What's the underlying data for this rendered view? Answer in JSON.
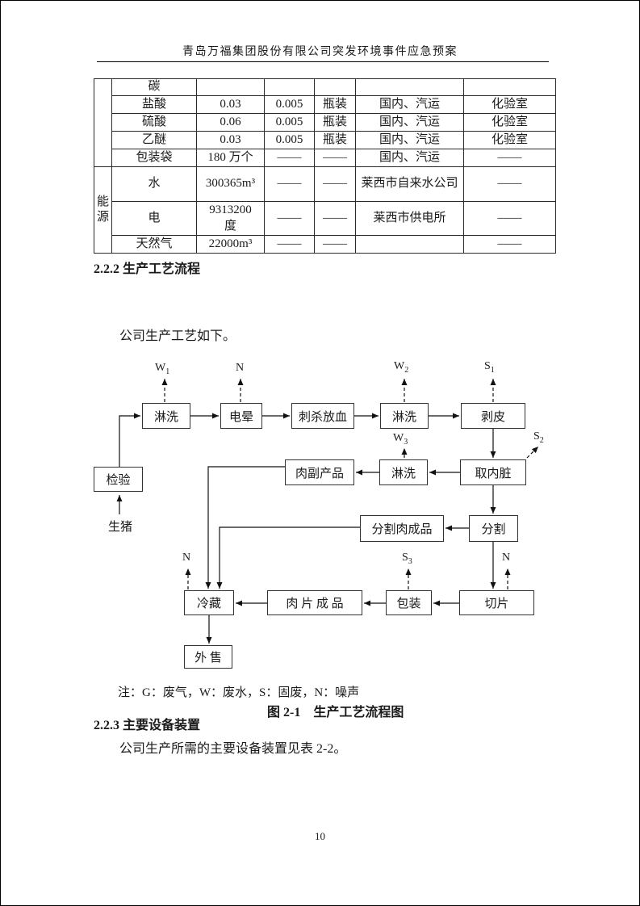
{
  "header": {
    "title": "青岛万福集团股份有限公司突发环境事件应急预案"
  },
  "table": {
    "energy_label": "能源",
    "rows": [
      {
        "cells": [
          "碳",
          "",
          "",
          "",
          "",
          ""
        ]
      },
      {
        "cells": [
          "盐酸",
          "0.03",
          "0.005",
          "瓶装",
          "国内、汽运",
          "化验室"
        ]
      },
      {
        "cells": [
          "硫酸",
          "0.06",
          "0.005",
          "瓶装",
          "国内、汽运",
          "化验室"
        ]
      },
      {
        "cells": [
          "乙醚",
          "0.03",
          "0.005",
          "瓶装",
          "国内、汽运",
          "化验室"
        ]
      },
      {
        "cells": [
          "包装袋",
          "180 万个",
          "——",
          "——",
          "国内、汽运",
          "——"
        ]
      },
      {
        "cells": [
          "水",
          "300365m³",
          "——",
          "——",
          "莱西市自来水公司",
          "——"
        ]
      },
      {
        "cells": [
          "电",
          "9313200\n度",
          "——",
          "——",
          "莱西市供电所",
          "——"
        ]
      },
      {
        "cells": [
          "天然气",
          "22000m³",
          "——",
          "——",
          "",
          "——"
        ]
      }
    ]
  },
  "section_222": {
    "heading": "2.2.2 生产工艺流程",
    "intro": "公司生产工艺如下。"
  },
  "flowchart": {
    "source_label": "生猪",
    "boxes": [
      {
        "label": "淋洗"
      },
      {
        "label": "电晕"
      },
      {
        "label": "刺杀放血"
      },
      {
        "label": "淋洗"
      },
      {
        "label": "剥皮"
      },
      {
        "label": "检验"
      },
      {
        "label": "肉副产品"
      },
      {
        "label": "淋洗"
      },
      {
        "label": "取内脏"
      },
      {
        "label": "分割肉成品"
      },
      {
        "label": "分割"
      },
      {
        "label": "冷藏"
      },
      {
        "label": "肉 片 成 品"
      },
      {
        "label": "包装"
      },
      {
        "label": "切片"
      },
      {
        "label": "外 售"
      }
    ],
    "emissions": [
      {
        "t": "W",
        "s": "1"
      },
      {
        "t": "N",
        "s": ""
      },
      {
        "t": "W",
        "s": "2"
      },
      {
        "t": "S",
        "s": "1"
      },
      {
        "t": "W",
        "s": "3"
      },
      {
        "t": "S",
        "s": "2"
      },
      {
        "t": "S",
        "s": "3"
      },
      {
        "t": "N",
        "s": ""
      },
      {
        "t": "N",
        "s": ""
      }
    ],
    "note": "注：G：废气，W：废水，S：固废，N：噪声",
    "caption": "图 2-1　生产工艺流程图"
  },
  "section_223": {
    "heading": "2.2.3 主要设备装置",
    "body": "公司生产所需的主要设备装置见表 2-2。"
  },
  "page": {
    "number": "10"
  }
}
